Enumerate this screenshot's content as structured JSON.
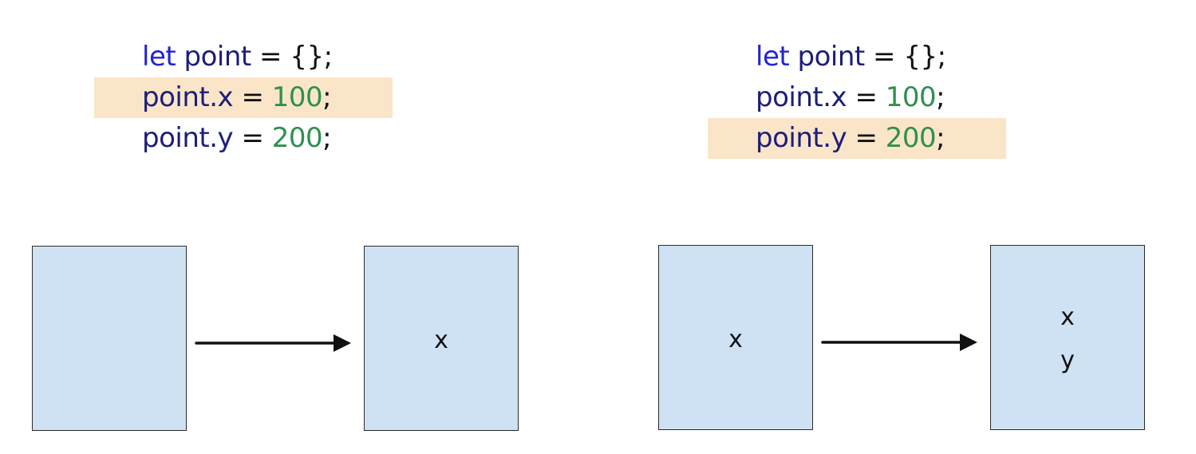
{
  "left_panel": {
    "code": [
      {
        "kw": "let",
        "id": "point",
        "op": "=",
        "value": "{}",
        "end": ";",
        "highlight": false
      },
      {
        "id": "point.x",
        "op": "=",
        "value": "100",
        "end": ";",
        "highlight": true
      },
      {
        "id": "point.y",
        "op": "=",
        "value": "200",
        "end": ";",
        "highlight": false
      }
    ],
    "boxes": [
      {
        "labels": []
      },
      {
        "labels": [
          "x"
        ]
      }
    ]
  },
  "right_panel": {
    "code": [
      {
        "kw": "let",
        "id": "point",
        "op": "=",
        "value": "{}",
        "end": ";",
        "highlight": false
      },
      {
        "id": "point.x",
        "op": "=",
        "value": "100",
        "end": ";",
        "highlight": false
      },
      {
        "id": "point.y",
        "op": "=",
        "value": "200",
        "end": ";",
        "highlight": true
      }
    ],
    "boxes": [
      {
        "labels": [
          "x"
        ]
      },
      {
        "labels": [
          "x",
          "y"
        ]
      }
    ]
  },
  "colors": {
    "keyword": "#2323d6",
    "identifier": "#1d1d7a",
    "number": "#2f8f4f",
    "highlight": "#fae5c8",
    "box_fill": "#cfe2f3"
  }
}
